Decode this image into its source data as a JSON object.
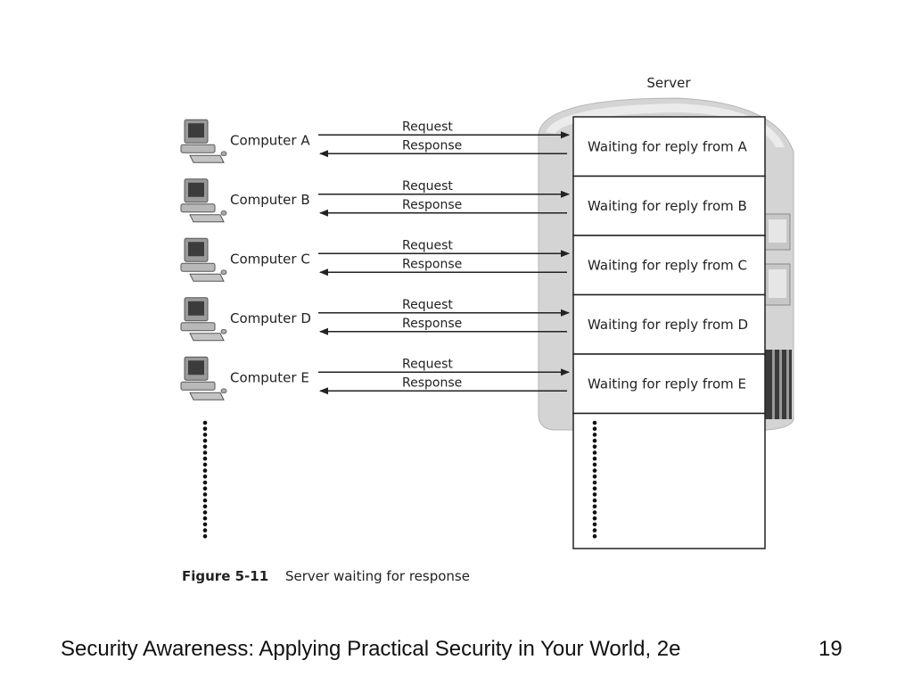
{
  "diagram": {
    "server_label": "Server",
    "computers": [
      {
        "label": "Computer A",
        "request": "Request",
        "response": "Response",
        "slot": "Waiting for reply from A"
      },
      {
        "label": "Computer B",
        "request": "Request",
        "response": "Response",
        "slot": "Waiting for reply from B"
      },
      {
        "label": "Computer C",
        "request": "Request",
        "response": "Response",
        "slot": "Waiting for reply from C"
      },
      {
        "label": "Computer D",
        "request": "Request",
        "response": "Response",
        "slot": "Waiting for reply from D"
      },
      {
        "label": "Computer E",
        "request": "Request",
        "response": "Response",
        "slot": "Waiting for reply from E"
      }
    ],
    "figure_number": "Figure 5-11",
    "figure_caption": "Server waiting for response"
  },
  "footer": {
    "text": "Security Awareness: Applying Practical Security in Your World, 2e",
    "page_number": "19"
  },
  "colors": {
    "server_body": "#d4d4d4",
    "server_top": "#e6e6e6",
    "lines": "#222222"
  }
}
